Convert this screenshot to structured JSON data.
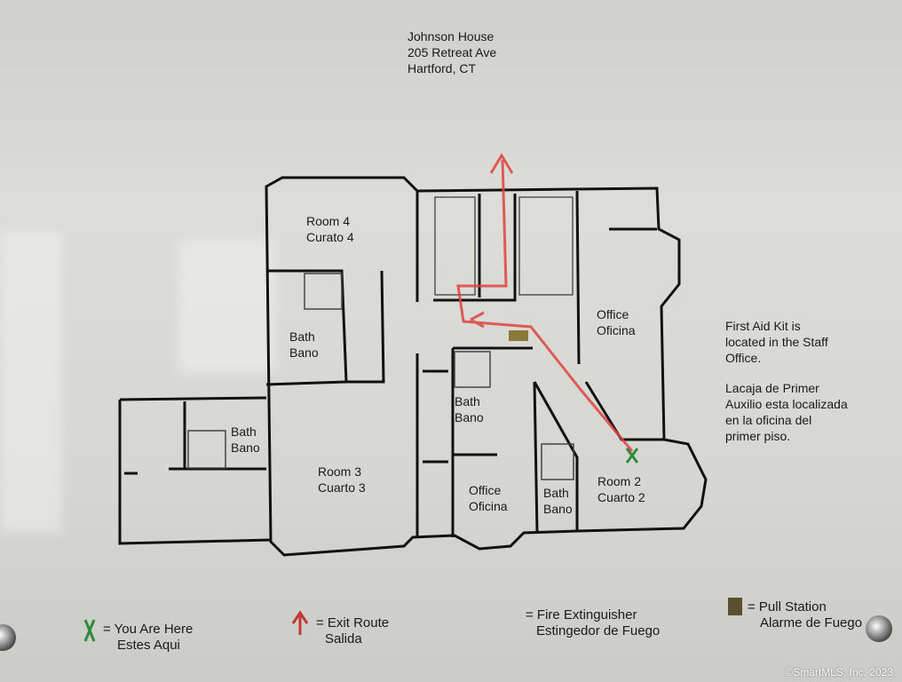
{
  "header": {
    "line1": "Johnson House",
    "line2": "205 Retreat Ave",
    "line3": "Hartford, CT"
  },
  "rooms": {
    "room4": {
      "en": "Room 4",
      "es": "Curato 4"
    },
    "bath_top": {
      "en": "Bath",
      "es": "Bano"
    },
    "bath_left": {
      "en": "Bath",
      "es": "Bano"
    },
    "room3": {
      "en": "Room 3",
      "es": "Cuarto 3"
    },
    "bath_mid": {
      "en": "Bath",
      "es": "Bano"
    },
    "office_bottom": {
      "en": "Office",
      "es": "Oficina"
    },
    "bath_right": {
      "en": "Bath",
      "es": "Bano"
    },
    "office_right": {
      "en": "Office",
      "es": "Oficina"
    },
    "room2": {
      "en": "Room 2",
      "es": "Cuarto 2"
    }
  },
  "note": {
    "en1": "First Aid Kit is",
    "en2": "located in the Staff",
    "en3": "Office.",
    "es1": "Lacaja de Primer",
    "es2": "Auxilio esta localizada",
    "es3": "en la oficina del",
    "es4": "primer piso."
  },
  "legend": {
    "here_en": "= You Are Here",
    "here_es": "Estes Aqui",
    "exit_en": "= Exit Route",
    "exit_es": "Salida",
    "ext_en": "= Fire Extinguisher",
    "ext_es": "Estingedor de Fuego",
    "pull_en": "= Pull Station",
    "pull_es": "Alarme de Fuego"
  },
  "watermark": "©SmartMLS, Inc.  2023",
  "colors": {
    "exit": "#e0443f",
    "here": "#2f8a3c",
    "wall": "#111111"
  }
}
